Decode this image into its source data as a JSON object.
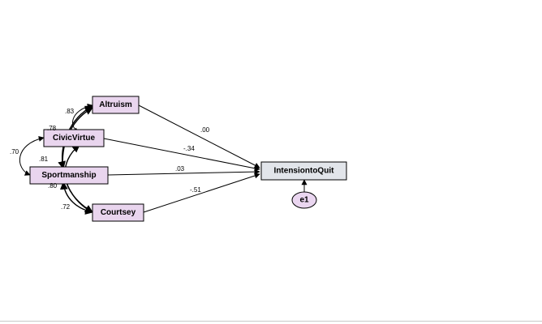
{
  "diagram": {
    "nodes": {
      "altruism": "Altruism",
      "civic_virtue": "CivicVirtue",
      "sportmanship": "Sportmanship",
      "courtsey": "Courtsey",
      "intension_to_quit": "IntensiontoQuit",
      "error": "e1"
    },
    "path_coefficients": {
      "altruism_to_quit": ".00",
      "civic_virtue_to_quit": "-.34",
      "sportmanship_to_quit": ".03",
      "courtsey_to_quit": "-.51"
    },
    "correlations": {
      "altruism_civic_virtue": ".83",
      "civic_virtue_sportmanship": ".70",
      "altruism_sportmanship": ".78",
      "sportmanship_courtsey": ".81",
      "civic_virtue_courtsey": ".80",
      "altruism_courtsey": ".72"
    },
    "colors": {
      "exogenous_fill": "#e9d5ee",
      "observed_fill": "#e2e5ea",
      "error_fill": "#ead6f0",
      "stroke": "#000000"
    }
  }
}
